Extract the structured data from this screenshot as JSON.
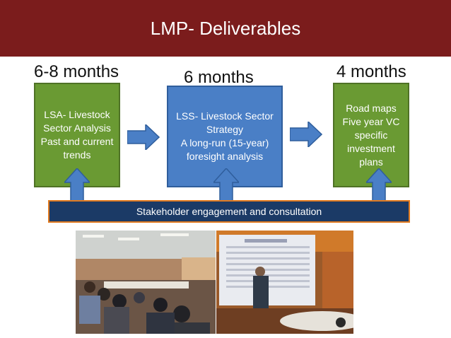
{
  "title": "LMP- Deliverables",
  "stages": [
    {
      "duration": "6-8 months",
      "lines": [
        "LSA- Livestock",
        "Sector Analysis",
        "Past and current",
        "trends"
      ]
    },
    {
      "duration": "6 months",
      "lines": [
        "LSS- Livestock Sector",
        "Strategy",
        "A long-run (15-year)",
        "foresight analysis"
      ]
    },
    {
      "duration": "4 months",
      "lines": [
        "Road maps",
        "Five year VC",
        "specific",
        "investment",
        "plans"
      ]
    }
  ],
  "banner": "Stakeholder engagement and consultation",
  "colors": {
    "title_bar": "#7b1c1c",
    "green_box": "#6a9a33",
    "blue_box": "#4a7fc6",
    "arrow": "#4a7fc6",
    "banner": "#1b3a66",
    "banner_border": "#e07a20"
  },
  "icons": [
    "right-arrow-icon",
    "up-arrow-icon"
  ]
}
